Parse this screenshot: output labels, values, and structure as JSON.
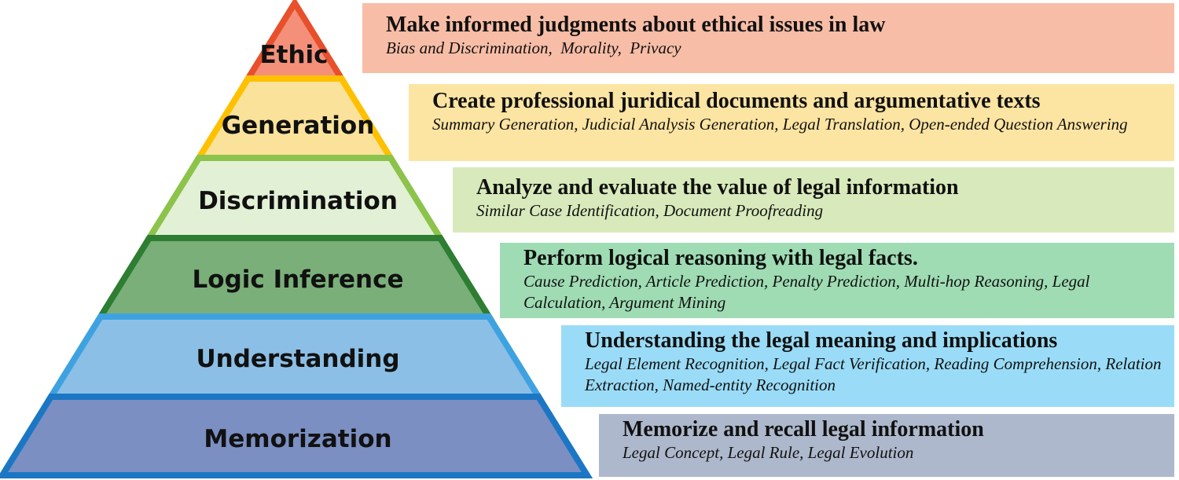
{
  "levels": [
    {
      "label": "Ethic",
      "title": "Make informed judgments about ethical issues in law",
      "items": "Bias and Discrimination,  Morality,  Privacy",
      "fill": "#F4907A",
      "stroke": "#E8502B",
      "box": "#F8BDA6"
    },
    {
      "label": "Generation",
      "title": "Create professional juridical documents and argumentative texts",
      "items": "Summary Generation, Judicial Analysis Generation, Legal Translation, Open-ended Question Answering",
      "fill": "#FAE29A",
      "stroke": "#FFC000",
      "box": "#FCE4A2"
    },
    {
      "label": "Discrimination",
      "title": "Analyze and evaluate the value of legal information",
      "items": "Similar Case Identification, Document Proofreading",
      "fill": "#E2F0D5",
      "stroke": "#8CC34A",
      "box": "#D8EABB"
    },
    {
      "label": "Logic Inference",
      "title": "Perform logical reasoning with legal facts.",
      "items": "Cause Prediction, Article Prediction, Penalty Prediction, Multi-hop Reasoning, Legal Calculation, Argument Mining",
      "fill": "#7AAF79",
      "stroke": "#2D7D32",
      "box": "#9FDCB4"
    },
    {
      "label": "Understanding",
      "title": "Understanding the legal meaning and implications",
      "items": "Legal Element Recognition, Legal Fact Verification, Reading Comprehension, Relation Extraction, Named-entity Recognition",
      "fill": "#8CBFE6",
      "stroke": "#3FA2E0",
      "box": "#9ADCF7"
    },
    {
      "label": "Memorization",
      "title": "Memorize and recall legal information",
      "items": "Legal Concept, Legal Rule, Legal Evolution",
      "fill": "#7B8FC3",
      "stroke": "#1B77C4",
      "box": "#ADB8CC"
    }
  ]
}
